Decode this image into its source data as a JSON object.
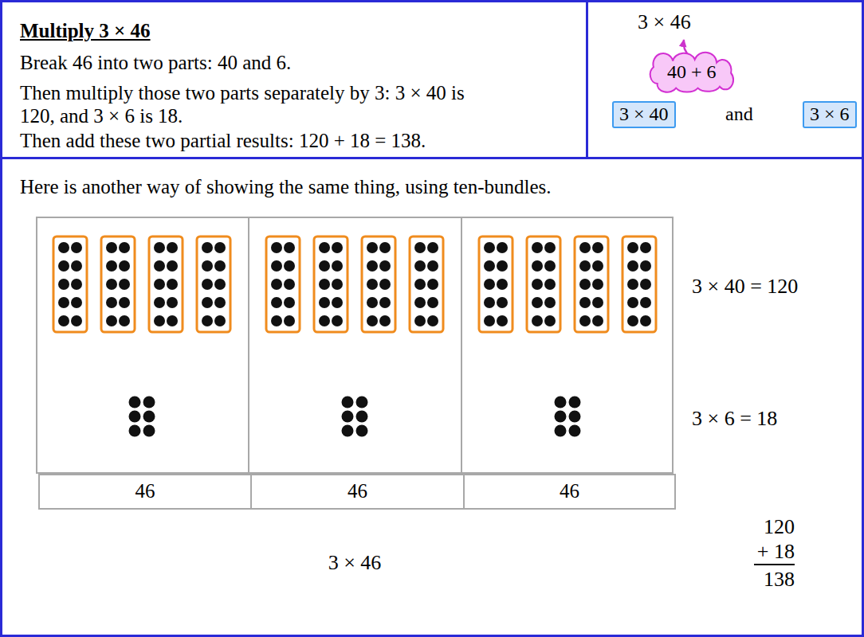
{
  "diagram": {
    "nodes": [
      {
        "text": [
          "Multiply 3 × 46",
          "Break 46 into two parts: 40 and 6.",
          "Then multiply those two parts separately by 3: 3 × 40 is 120, and 3 × 6 is 18.",
          "Then add these two partial results: 120 + 18 = 138."
        ]
      },
      {
        "text": [
          "3 × 46",
          "and"
        ]
      },
      {
        "text": [
          "40 + 6"
        ],
        "in": 1
      },
      {
        "text": [
          "3 × 40"
        ],
        "in": 1
      },
      {
        "text": [
          "3 × 6"
        ],
        "in": 1
      },
      {
        "text": [
          "Here is another way of showing the same thing, using ten-bundles.",
          "3 × 40 = 120",
          "3 × 6 = 18",
          "120",
          "+ 18",
          "138",
          "3 × 46"
        ]
      },
      {
        "text": [
          "46"
        ],
        "in": 5
      },
      {
        "text": [
          "46"
        ],
        "in": 5
      },
      {
        "text": [
          "46"
        ],
        "in": 5
      }
    ]
  }
}
